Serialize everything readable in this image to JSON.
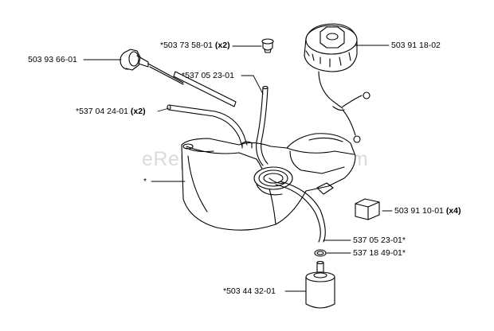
{
  "watermark": "eReplacementParts.com",
  "parts": [
    {
      "id": "grommet",
      "number": "*503 73 58-01",
      "qty": "(x2)"
    },
    {
      "id": "fuel-cap",
      "number": "503 91 18-02",
      "qty": ""
    },
    {
      "id": "primer-bulb",
      "number": "503 93 66-01",
      "qty": ""
    },
    {
      "id": "fuel-line-upper",
      "number": "*537 05 23-01",
      "qty": ""
    },
    {
      "id": "hose",
      "number": "*537 04 24-01",
      "qty": "(x2)"
    },
    {
      "id": "fuel-tank",
      "number": "*",
      "qty": ""
    },
    {
      "id": "rubber-buffer",
      "number": "503 91 10-01",
      "qty": "(x4)"
    },
    {
      "id": "fuel-line-lower",
      "number": "537 05 23-01*",
      "qty": ""
    },
    {
      "id": "o-ring",
      "number": "537 18 49-01*",
      "qty": ""
    },
    {
      "id": "fuel-filter",
      "number": "*503 44 32-01",
      "qty": ""
    }
  ]
}
